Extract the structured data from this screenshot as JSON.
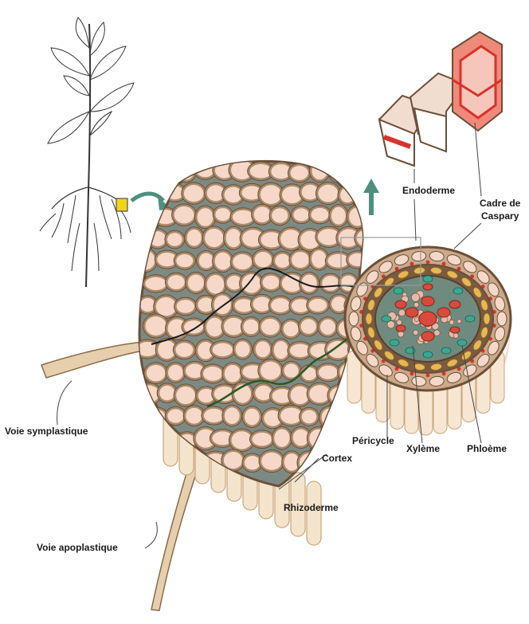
{
  "labels": {
    "endoderme": "Endoderme",
    "cadre_line1": "Cadre de",
    "cadre_line2": "Caspary",
    "voie_symplastique": "Voie symplastique",
    "pericycle": "Péricycle",
    "xyleme": "Xylème",
    "phloeme": "Phloème",
    "cortex": "Cortex",
    "rhizoderme": "Rhizoderme",
    "voie_apoplastique": "Voie apoplastique"
  },
  "colors": {
    "cell_fill": "#f6d8c8",
    "cell_wall": "#a8896a",
    "wall_dark": "#6b4f36",
    "intercellular": "#8a9890",
    "endoderm_band": "#e07a55",
    "casparian_strip": "#d9322a",
    "pericycle": "#e8b850",
    "xylem": "#d94a3c",
    "phloem": "#3aa890",
    "symplastic_path": "#1a1a1a",
    "apoplastic_path": "#2d5a24",
    "arrow": "#4e8f80",
    "callout_box": "#f2d51b"
  },
  "icons": [
    "plant-silhouette",
    "curved-arrow-icon",
    "up-arrow-icon",
    "cell-block-3d"
  ]
}
